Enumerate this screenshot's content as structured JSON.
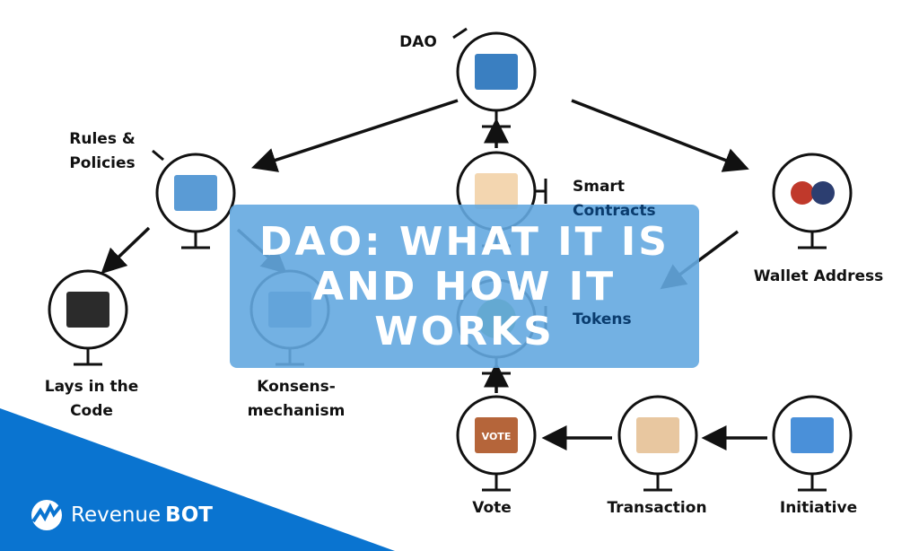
{
  "title": "DAO: What it is and how it works",
  "brand": {
    "name_light": "Revenue",
    "name_bold": "BOT",
    "color": "#0a74d0"
  },
  "overlay_color": "#64a8e0",
  "nodes": [
    {
      "id": "dao",
      "label_lines": [
        "DAO"
      ],
      "icon": "laptop-icon"
    },
    {
      "id": "rules",
      "label_lines": [
        "Rules &",
        "Policies"
      ],
      "icon": "document-shield-icon"
    },
    {
      "id": "smart",
      "label_lines": [
        "Smart",
        "Contracts"
      ],
      "icon": "certificate-icon"
    },
    {
      "id": "wallet",
      "label_lines": [
        "Wallet Address"
      ],
      "icon": "people-icon"
    },
    {
      "id": "lays",
      "label_lines": [
        "Lays in the",
        "Code"
      ],
      "icon": "code-screen-icon"
    },
    {
      "id": "konsens",
      "label_lines": [
        "Konsens-",
        "mechanism"
      ],
      "icon": "handshake-icon"
    },
    {
      "id": "tokens",
      "label_lines": [
        "Tokens"
      ],
      "icon": "coin-icon"
    },
    {
      "id": "vote",
      "label_lines": [
        "Vote"
      ],
      "icon": "ballot-box-icon",
      "icon_text": "VOTE"
    },
    {
      "id": "transaction",
      "label_lines": [
        "Transaction"
      ],
      "icon": "card-payment-icon"
    },
    {
      "id": "initiative",
      "label_lines": [
        "Initiative"
      ],
      "icon": "checklist-icon"
    }
  ],
  "edges": [
    {
      "from": "dao",
      "to": "rules"
    },
    {
      "from": "dao",
      "to": "wallet"
    },
    {
      "from": "smart",
      "to": "dao"
    },
    {
      "from": "rules",
      "to": "lays"
    },
    {
      "from": "rules",
      "to": "konsens"
    },
    {
      "from": "wallet",
      "to": "tokens"
    },
    {
      "from": "vote",
      "to": "tokens"
    },
    {
      "from": "transaction",
      "to": "vote"
    },
    {
      "from": "initiative",
      "to": "transaction"
    }
  ]
}
